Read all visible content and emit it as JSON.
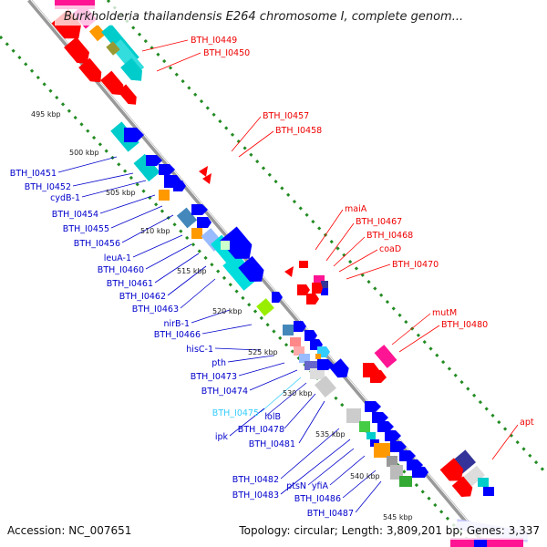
{
  "title": "Burkholderia thailandensis E264 chromosome I, complete genom...",
  "footer": {
    "accession": "Accession: NC_007651",
    "topology": "Topology: circular; Length: 3,809,201 bp; Genes: 3,337"
  },
  "colors": {
    "forward_gene": "#ff0000",
    "reverse_gene": "#0000ff",
    "highlight_label": "#33ccff",
    "backbone": "#999999",
    "tick": "#228b22"
  },
  "kbp_ticks": [
    "495 kbp",
    "500 kbp",
    "505 kbp",
    "510 kbp",
    "515 kbp",
    "520 kbp",
    "525 kbp",
    "530 kbp",
    "535 kbp",
    "540 kbp",
    "545 kbp"
  ],
  "outer_labels": [
    "BTH_I0449",
    "BTH_I0450",
    "BTH_I0457",
    "BTH_I0458",
    "maiA",
    "BTH_I0467",
    "BTH_I0468",
    "coaD",
    "BTH_I0470",
    "mutM",
    "BTH_I0480",
    "apt"
  ],
  "inner_labels": [
    "BTH_I0451",
    "BTH_I0452",
    "cydB-1",
    "BTH_I0454",
    "BTH_I0455",
    "BTH_I0456",
    "leuA-1",
    "BTH_I0460",
    "BTH_I0461",
    "BTH_I0462",
    "BTH_I0463",
    "nirB-1",
    "BTH_I0466",
    "hisC-1",
    "pth",
    "BTH_I0473",
    "BTH_I0474",
    "BTH_I0475",
    "lolB",
    "BTH_I0478",
    "ipk",
    "BTH_I0481",
    "BTH_I0482",
    "BTH_I0483",
    "ptsN",
    "yfiA",
    "BTH_I0486",
    "BTH_I0487"
  ]
}
